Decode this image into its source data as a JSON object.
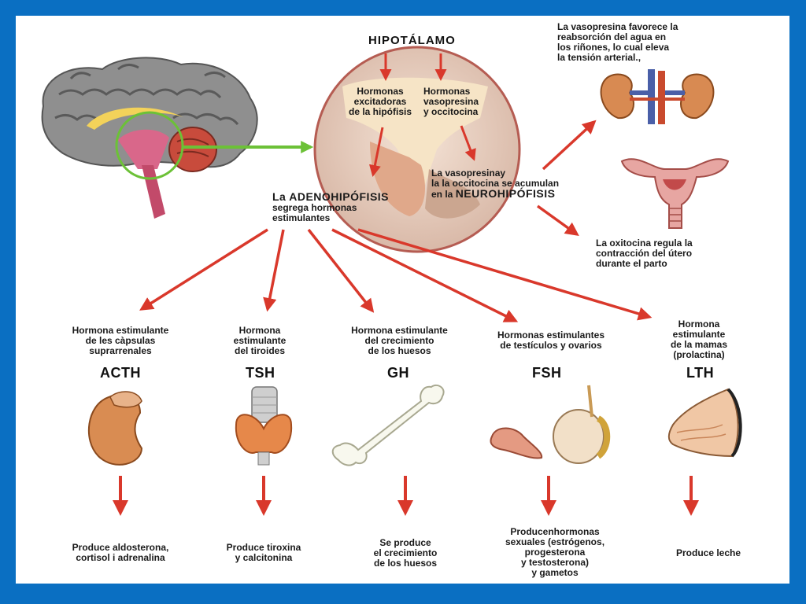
{
  "hypothalamus": {
    "title": "HIPOTÁLAMO",
    "left_note": "Hormonas\nexcitadoras\nde la hipófisis",
    "right_note": "Hormonas\nvasopresina\ny occitocina"
  },
  "neurohypophysis": {
    "prefix": "La vasopresinay\nla la occitocina se acumulan\nen la ",
    "emph": "NEUROHIPÓFISIS"
  },
  "adenohypophysis": {
    "prefix": "La ",
    "emph": "ADENOHIPÓFISIS",
    "rest": "segrega hormonas\nestimulantes"
  },
  "vasopressin_note": "La vasopresina favorece la\nreabsorción del agua en\nlos riñones, lo cual eleva\nla tensión arterial.,",
  "oxytocin_note": "La oxitocina regula la\ncontracción  del útero\ndurante el parto",
  "hormones": [
    {
      "desc": "Hormona estimulante\nde les càpsulas\nsuprarrenales",
      "abbr": "ACTH",
      "effect": "Produce aldosterona,\ncortisol i adrenalina",
      "organ": "kidney-icon"
    },
    {
      "desc": "Hormona\nestimulante\ndel tiroides",
      "abbr": "TSH",
      "effect": "Produce tiroxina\ny calcitonina",
      "organ": "thyroid-icon"
    },
    {
      "desc": "Hormona estimulante\ndel crecimiento\nde los huesos",
      "abbr": "GH",
      "effect": "Se produce\nel crecimiento\nde los huesos",
      "organ": "bone-icon"
    },
    {
      "desc": "Hormonas estimulantes\nde testículos y ovarios",
      "abbr": "FSH",
      "effect": "Producenhormonas\nsexuales (estrógenos,\nprogesterona\ny testosterona)\ny gametos",
      "organ": "gonads-icon"
    },
    {
      "desc": "Hormona\nestimulante\nde la mamas\n(prolactina)",
      "abbr": "LTH",
      "effect": "Produce leche",
      "organ": "breast-icon"
    }
  ],
  "colors": {
    "frame": "#0a6fc2",
    "arrow_red": "#d9382b",
    "arrow_green": "#6cc137"
  }
}
